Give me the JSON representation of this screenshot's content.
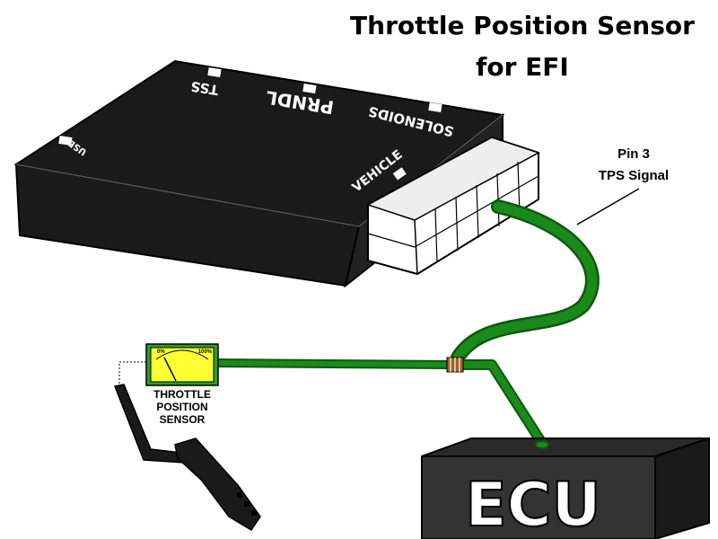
{
  "title": {
    "line1": "Throttle Position Sensor",
    "line2": "for EFI"
  },
  "controller_labels": {
    "tss": "TSS",
    "prndl": "PRNDL",
    "solenoids": "SOLENOIDS",
    "usb": "USB",
    "vehicle": "VEHICLE"
  },
  "callout": {
    "pin": "Pin 3",
    "signal": "TPS Signal"
  },
  "sensor": {
    "gauge_min": "0%",
    "gauge_max": "100%",
    "label_line1": "THROTTLE",
    "label_line2": "POSITION",
    "label_line3": "SENSOR"
  },
  "ecu": {
    "label": "ECU"
  },
  "colors": {
    "wire_green": "#1a8a1a",
    "wire_dark": "#0d5a0d",
    "box_black": "#1a1a1a",
    "gauge_yellow": "#ffff33",
    "gauge_case": "#2aa02a"
  }
}
